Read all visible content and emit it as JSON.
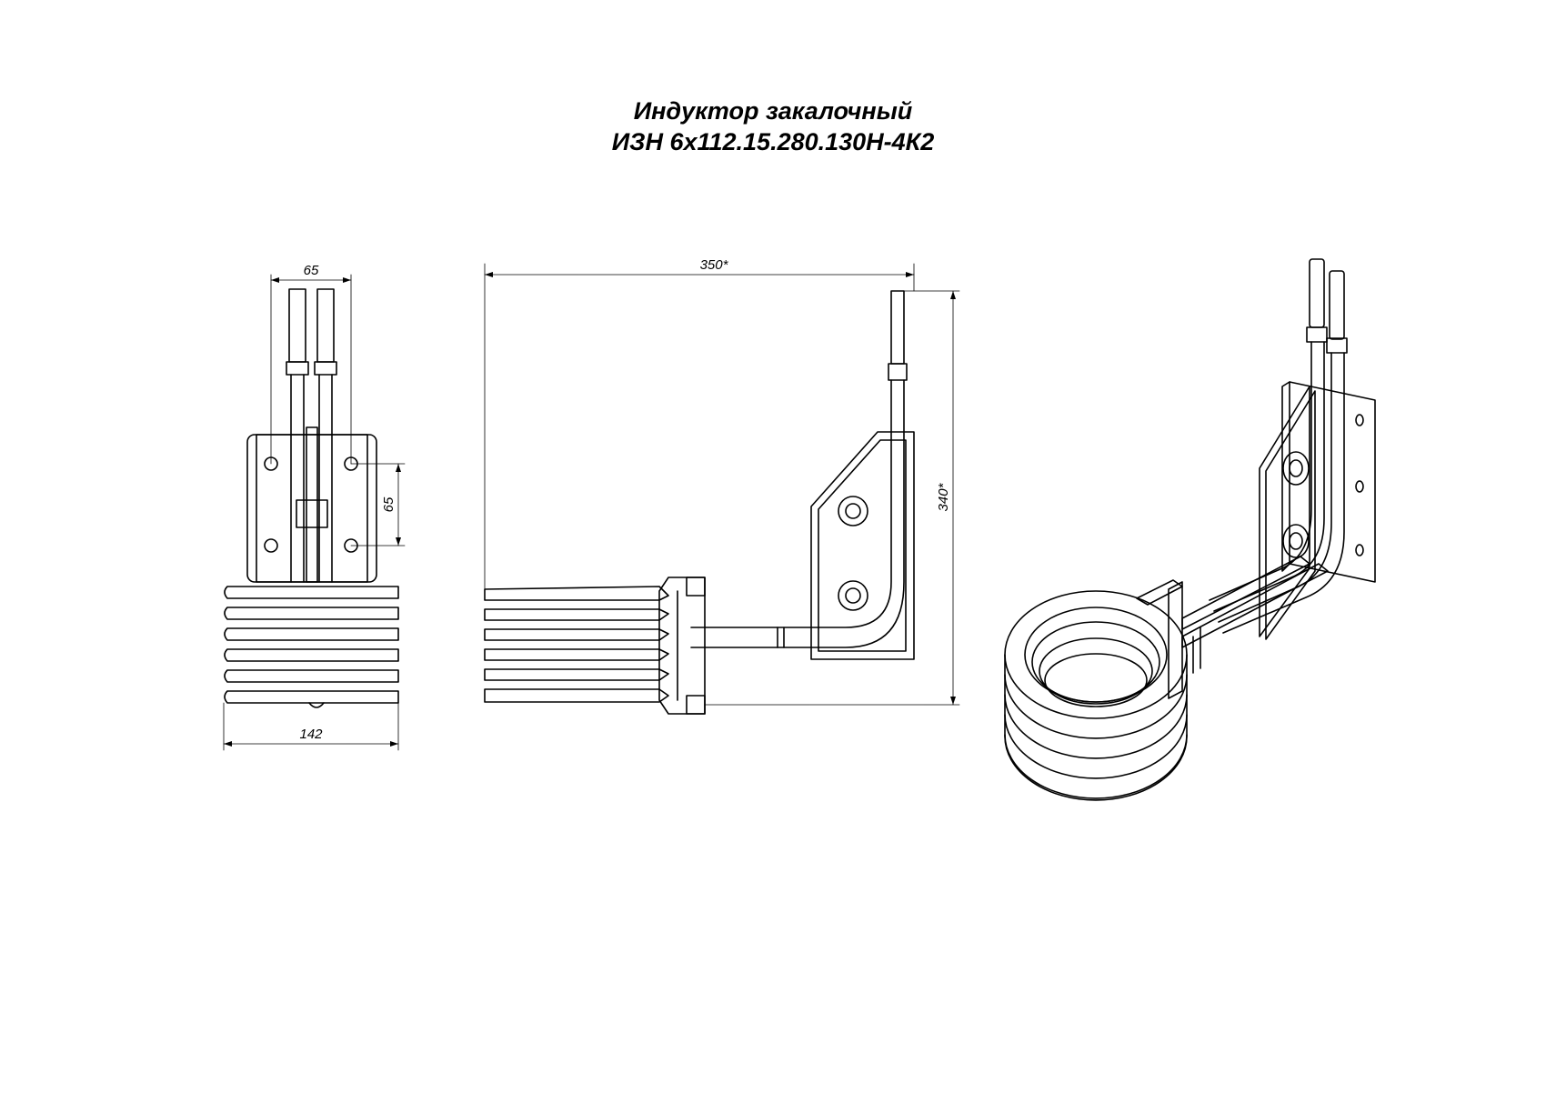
{
  "title": {
    "line1": "Индуктор закалочный",
    "line2": "ИЗН 6х112.15.280.130Н-4К2"
  },
  "dimensions": {
    "front_top": "65",
    "front_side": "65",
    "front_bottom": "142",
    "side_width": "350*",
    "side_height": "340*"
  },
  "colors": {
    "line": "#000000",
    "background": "#ffffff"
  }
}
